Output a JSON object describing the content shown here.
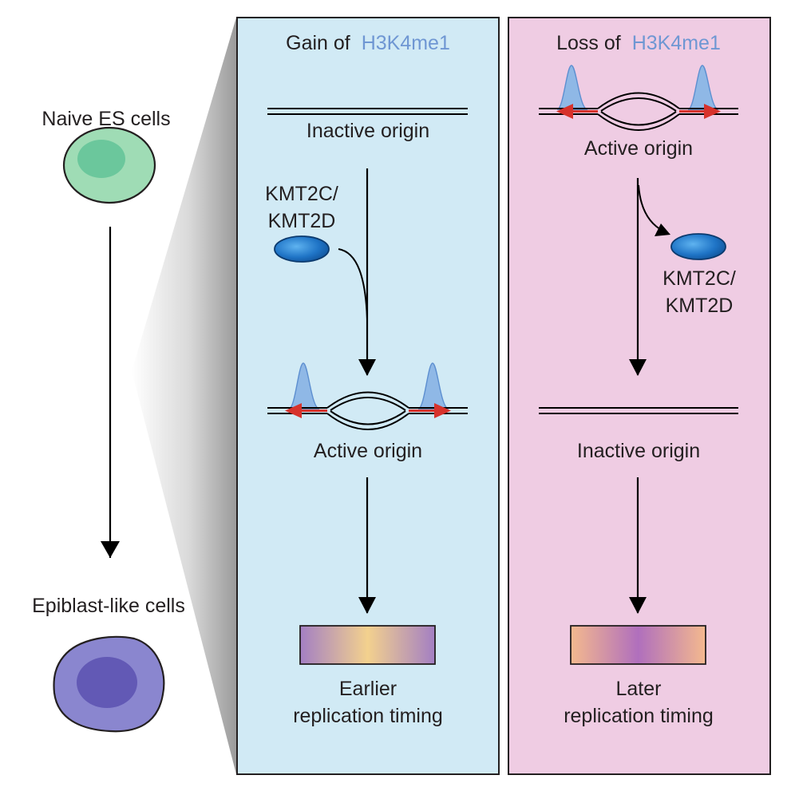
{
  "left": {
    "top_label": "Naive ES cells",
    "bottom_label": "Epiblast-like cells",
    "top_cell_color": "#9fdcb5",
    "bottom_cell_color": "#8a86cf"
  },
  "panels": [
    {
      "title_prefix": "Gain of",
      "title_mark": "H3K4me1",
      "background": "#d1eaf5",
      "origin_top": "Inactive origin",
      "enzyme_line1": "KMT2C/",
      "enzyme_line2": "KMT2D",
      "origin_bottom": "Active origin",
      "timing_line1": "Earlier",
      "timing_line2": "replication timing"
    },
    {
      "title_prefix": "Loss of",
      "title_mark": "H3K4me1",
      "background": "#efcce3",
      "origin_top": "Active origin",
      "enzyme_line1": "KMT2C/",
      "enzyme_line2": "KMT2D",
      "origin_bottom": "Inactive origin",
      "timing_line1": "Later",
      "timing_line2": "replication timing"
    }
  ],
  "colors": {
    "accent_text": "#6f97d3",
    "peak": "#8fb8e6",
    "fork_arrow": "#d7322c",
    "enzyme": "#1f74c6"
  }
}
